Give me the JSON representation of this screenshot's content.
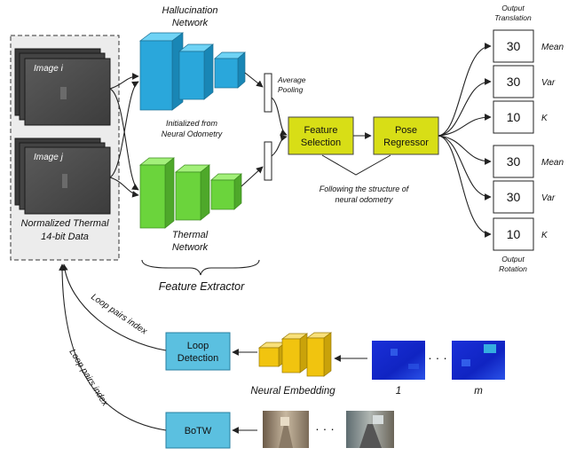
{
  "diagram": {
    "input_panel": {
      "image_i": "Image i",
      "image_j": "Image j",
      "caption_line1": "Normalized Thermal",
      "caption_line2": "14-bit Data"
    },
    "hallucination_network": {
      "line1": "Hallucination",
      "line2": "Network"
    },
    "thermal_network": {
      "line1": "Thermal",
      "line2": "Network"
    },
    "init_note": {
      "line1": "Initialized from",
      "line2": "Neural Odometry"
    },
    "average_pooling": {
      "line1": "Average",
      "line2": "Pooling"
    },
    "feature_extractor": "Feature Extractor",
    "feature_selection": {
      "line1": "Feature",
      "line2": "Selection"
    },
    "pose_regressor": {
      "line1": "Pose",
      "line2": "Regressor"
    },
    "structure_note": {
      "line1": "Following the structure of",
      "line2": "neural odometry"
    },
    "output_translation": {
      "line1": "Output",
      "line2": "Translation"
    },
    "output_rotation": {
      "line1": "Output",
      "line2": "Rotation"
    },
    "outputs": [
      {
        "value": "30",
        "label": "Mean"
      },
      {
        "value": "30",
        "label": "Var"
      },
      {
        "value": "10",
        "label": "K"
      },
      {
        "value": "30",
        "label": "Mean"
      },
      {
        "value": "30",
        "label": "Var"
      },
      {
        "value": "10",
        "label": "K"
      }
    ],
    "loop_detection": {
      "line1": "Loop",
      "line2": "Detection"
    },
    "botw": "BoTW",
    "neural_embedding": "Neural Embedding",
    "embed_first": "1",
    "embed_last": "m",
    "ellipsis": "· · ·",
    "loop_pairs_1": "Loop pairs index",
    "loop_pairs_2": "Loop pairs index",
    "colors": {
      "cyan": "#2AA7DB",
      "green": "#6BD43C",
      "yellow": "#D8DE16",
      "gold": "#F1C40F",
      "lightblue": "#5BC0E0"
    }
  }
}
